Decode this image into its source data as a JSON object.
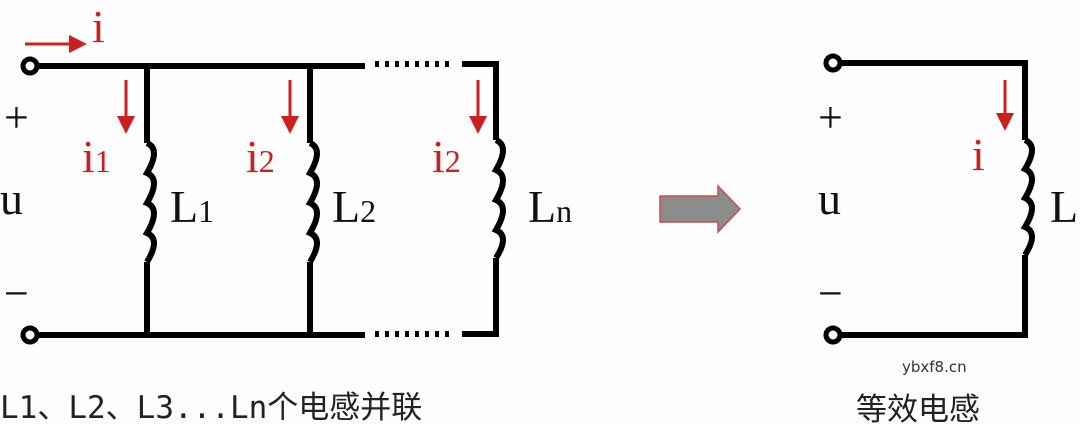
{
  "colors": {
    "wire": "#000000",
    "current": "#cc1f1f",
    "arrow_fill": "#8c8c8c",
    "arrow_stroke": "#c0504d"
  },
  "left": {
    "current_total": "i",
    "plus": "+",
    "voltage": "u",
    "minus": "−",
    "branches": [
      {
        "current": "i",
        "current_sub": "1",
        "inductor": "L",
        "inductor_sub": "1"
      },
      {
        "current": "i",
        "current_sub": "2",
        "inductor": "L",
        "inductor_sub": "2"
      },
      {
        "current": "i",
        "current_sub": "2",
        "inductor": "L",
        "inductor_sub": "n"
      }
    ],
    "caption": "L1、L2、L3...Ln个电感并联"
  },
  "right": {
    "plus": "+",
    "voltage": "u",
    "minus": "−",
    "current": "i",
    "inductor": "L",
    "caption": "等效电感"
  },
  "watermark": "ybxf8.cn"
}
